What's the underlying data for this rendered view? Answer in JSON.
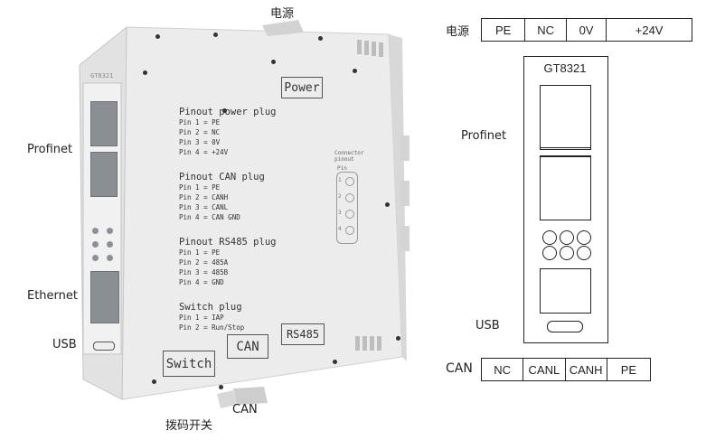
{
  "labels": {
    "power_cn": "电源",
    "profinet": "Profinet",
    "ethernet": "Ethernet",
    "usb": "USB",
    "dip_switch_cn": "拨码开关",
    "can": "CAN"
  },
  "device": {
    "model_tag": "GT8321",
    "stencil_power": "Power",
    "stencil_can": "CAN",
    "stencil_rs485": "RS485",
    "stencil_switch": "Switch",
    "connector_label_1": "Connector",
    "connector_label_2": "pinout",
    "connector_pin": "Pin",
    "connector_nums": [
      "1",
      "2",
      "3",
      "4"
    ],
    "pinout_power": {
      "title": "Pinout power plug",
      "lines": [
        "Pin 1 = PE",
        "Pin 2 = NC",
        "Pin 3 = 0V",
        "Pin 4 = +24V"
      ]
    },
    "pinout_can": {
      "title": "Pinout CAN plug",
      "lines": [
        "Pin 1 = PE",
        "Pin 2 = CANH",
        "Pin 3 = CANL",
        "Pin 4 = CAN GND"
      ]
    },
    "pinout_rs485": {
      "title": "Pinout RS485 plug",
      "lines": [
        "Pin 1 = PE",
        "Pin 2 = 485A",
        "Pin 3 = 485B",
        "Pin 4 = GND"
      ]
    },
    "pinout_switch": {
      "title": "Switch plug",
      "lines": [
        "Pin 1 = IAP",
        "Pin 2 = Run/Stop"
      ]
    }
  },
  "diagram": {
    "power_label": "电源",
    "power_pins": [
      "PE",
      "NC",
      "0V",
      "+24V"
    ],
    "model": "GT8321",
    "profinet_label": "Profinet",
    "usb_label": "USB",
    "can_label": "CAN",
    "can_pins": [
      "NC",
      "CANL",
      "CANH",
      "PE"
    ]
  },
  "colors": {
    "housing": "#ececec",
    "housing_shadow": "#c9c9c9",
    "port": "#8a8f93",
    "line": "#222222"
  }
}
